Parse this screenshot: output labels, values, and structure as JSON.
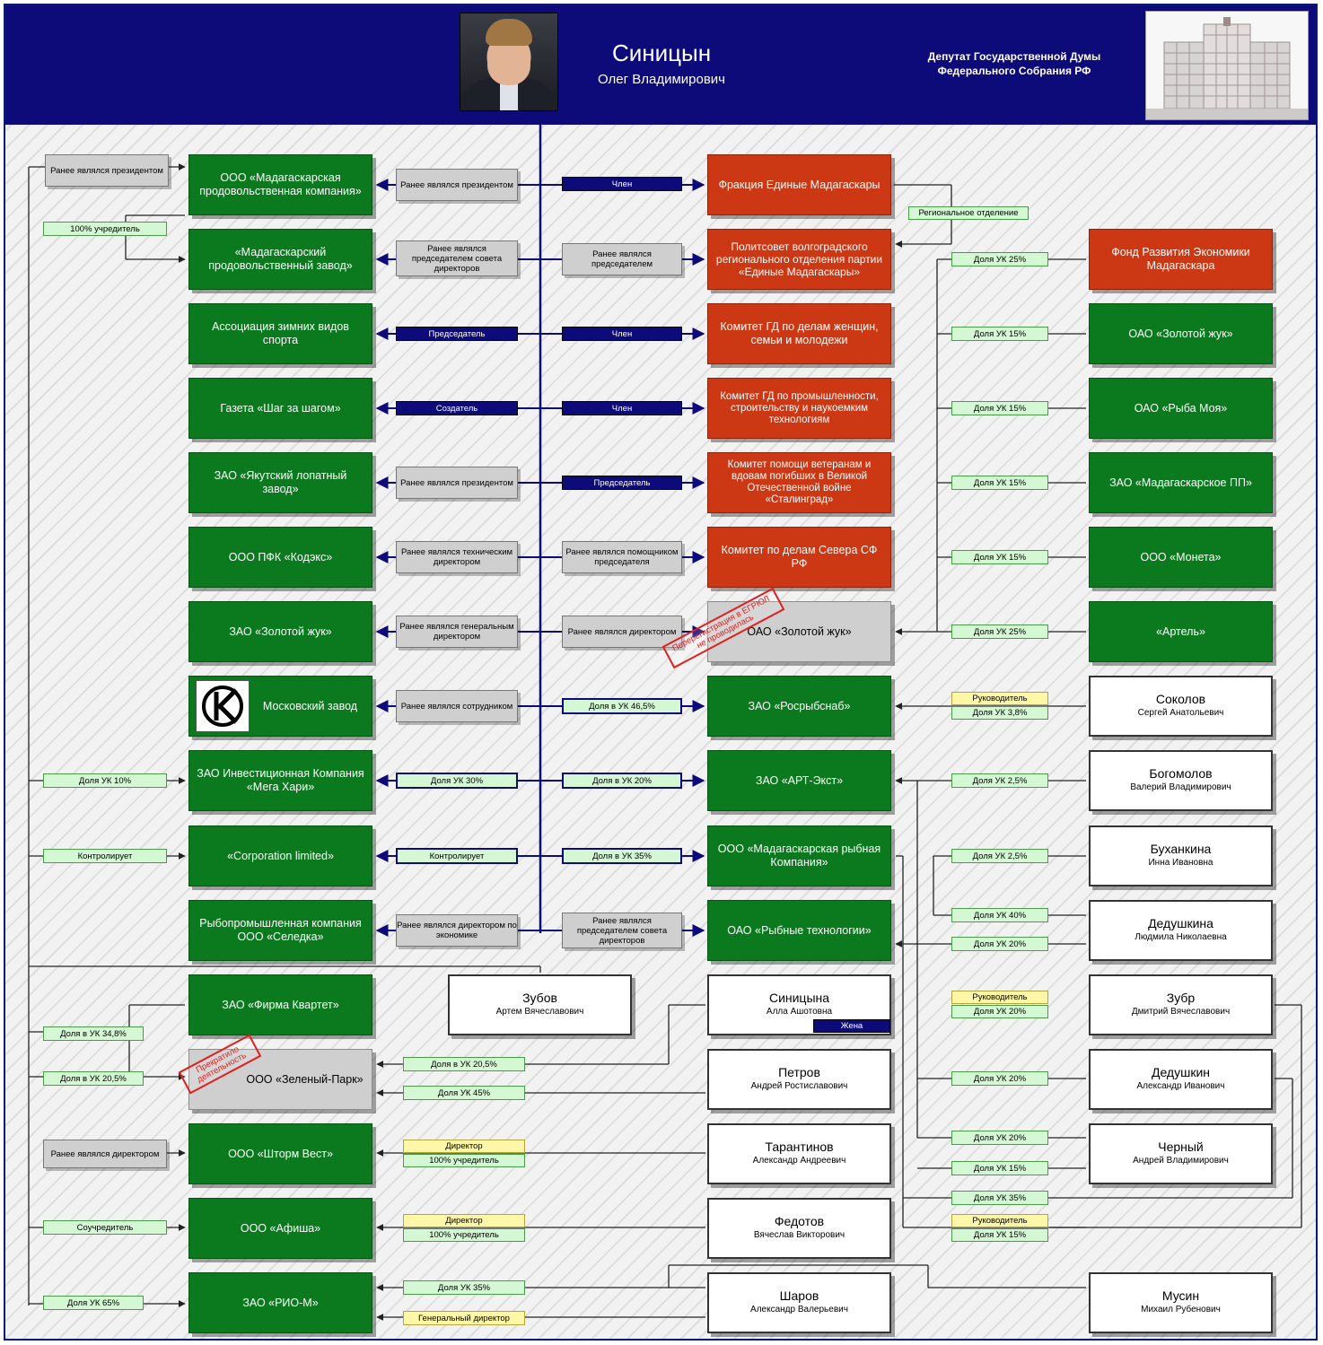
{
  "header": {
    "name": "Синицын",
    "patronym": "Олег Владимирович",
    "position": "Депутат Государственной Думы Федерального Собрания РФ"
  },
  "left_orgs": [
    {
      "id": "L1",
      "text": "ООО «Мадагаскарская продовольственная компания»"
    },
    {
      "id": "L2",
      "text": "«Мадагаскарский продовольственный завод»"
    },
    {
      "id": "L3",
      "text": "Ассоциация зимних видов спорта"
    },
    {
      "id": "L4",
      "text": "Газета «Шаг за шагом»"
    },
    {
      "id": "L5",
      "text": "ЗАО «Якутский лопатный завод»"
    },
    {
      "id": "L6",
      "text": "ООО ПФК «Кодэкс»"
    },
    {
      "id": "L7",
      "text": "ЗАО «Золотой жук»"
    },
    {
      "id": "L8",
      "text": "Московский завод"
    },
    {
      "id": "L9",
      "text": "ЗАО Инвестиционная Компания «Мега Хари»"
    },
    {
      "id": "L10",
      "text": "«Corporation limited»"
    },
    {
      "id": "L11",
      "text": "Рыбопромышленная компания ООО «Селедка»"
    },
    {
      "id": "L12",
      "text": "ЗАО «Фирма Квартет»"
    },
    {
      "id": "L13",
      "text": "ООО «Зеленый-Парк»"
    },
    {
      "id": "L14",
      "text": "ООО «Шторм Вест»"
    },
    {
      "id": "L15",
      "text": "ООО «Афиша»"
    },
    {
      "id": "L16",
      "text": "ЗАО «РИО-М»"
    }
  ],
  "left_links": [
    "Ранее являлся президентом",
    "Ранее являлся председателем совета директоров",
    "Председатель",
    "Создатель",
    "Ранее являлся президентом",
    "Ранее являлся техническим директором",
    "Ранее являлся генеральным директором",
    "Ранее являлся сотрудником",
    "Доля УК  30%",
    "Контролирует",
    "Ранее являлся директором по экономике"
  ],
  "center_orgs": [
    {
      "id": "C1",
      "text": "Фракция Единые Мадагаскары"
    },
    {
      "id": "C2",
      "text": "Политсовет волгоградского регионального отделения партии «Единые Мадагаскары»"
    },
    {
      "id": "C3",
      "text": "Комитет ГД по делам женщин, семьи и молодежи"
    },
    {
      "id": "C4",
      "text": "Комитет ГД по промышленности, строительству и наукоемким технологиям"
    },
    {
      "id": "C5",
      "text": "Комитет помощи ветеранам и вдовам погибших в Великой Отечественной войне «Сталинград»"
    },
    {
      "id": "C6",
      "text": "Комитет по делам Севера СФ РФ"
    },
    {
      "id": "C7",
      "text": "ОАО «Золотой жук»"
    },
    {
      "id": "C8",
      "text": "ЗАО «Росрыбснаб»"
    },
    {
      "id": "C9",
      "text": "ЗАО «АРТ-Экст»"
    },
    {
      "id": "C10",
      "text": "ООО «Мадагаскарская рыбная Компания»"
    },
    {
      "id": "C11",
      "text": "ОАО «Рыбные технологии»"
    }
  ],
  "center_links": [
    "Член",
    "Ранее являлся председателем",
    "Член",
    "Член",
    "Председатель",
    "Ранее являлся помощником председателя",
    "Ранее являлся директором",
    "Доля в УК  46,5%",
    "Доля в УК  20%",
    "Доля в УК  35%",
    "Ранее являлся председателем совета директоров"
  ],
  "right_orgs": [
    {
      "id": "R1",
      "text": "Фонд Развития Экономики Мадагаскара"
    },
    {
      "id": "R2",
      "text": "ОАО «Золотой жук»"
    },
    {
      "id": "R3",
      "text": "ОАО «Рыба Моя»"
    },
    {
      "id": "R4",
      "text": "ЗАО «Мадагаскарское ПП»"
    },
    {
      "id": "R5",
      "text": "ООО «Монета»"
    },
    {
      "id": "R6",
      "text": "«Артель»"
    }
  ],
  "right_links": [
    "Доля УК  25%",
    "Доля УК  15%",
    "Доля УК  15%",
    "Доля УК  15%",
    "Доля УК  15%",
    "Доля УК  25%"
  ],
  "regional_link": "Региональное отделение",
  "persons_right": [
    {
      "name": "Соколов",
      "patronym": "Сергей Анатольевич"
    },
    {
      "name": "Богомолов",
      "patronym": "Валерий Владимирович"
    },
    {
      "name": "Буханкина",
      "patronym": "Инна Ивановна"
    },
    {
      "name": "Дедушкина",
      "patronym": "Людмила Николаевна"
    },
    {
      "name": "Зубр",
      "patronym": "Дмитрий Вячеславович"
    },
    {
      "name": "Дедушкин",
      "patronym": "Александр Иванович"
    },
    {
      "name": "Черный",
      "patronym": "Андрей Владимирович"
    },
    {
      "name": "Мусин",
      "patronym": "Михаил Рубенович"
    }
  ],
  "persons_mid": [
    {
      "name": "Зубов",
      "patronym": "Артем Вячеславович"
    },
    {
      "name": "Синицына",
      "patronym": "Алла Ашотовна",
      "tag": "Жена"
    },
    {
      "name": "Петров",
      "patronym": "Андрей Ростиславович"
    },
    {
      "name": "Тарантинов",
      "patronym": "Александр Андреевич"
    },
    {
      "name": "Федотов",
      "patronym": "Вячеслав Викторович"
    },
    {
      "name": "Шаров",
      "patronym": "Александр Валерьевич"
    }
  ],
  "person_links": {
    "p1a": "Руководитель",
    "p1b": "Доля УК  3,8%",
    "p2": "Доля УК  2,5%",
    "p3": "Доля УК  2,5%",
    "p4a": "Доля УК  40%",
    "p4b": "Доля УК  20%",
    "p5a": "Руководитель",
    "p5b": "Доля УК  20%",
    "p6": "Доля УК  20%",
    "p7a": "Доля УК  20%",
    "p7b": "Доля УК  15%",
    "p8": "Доля УК  35%",
    "p9a": "Руководитель",
    "p9b": "Доля УК  15%"
  },
  "mid_links": {
    "m1": "Доля в УК  20,5%",
    "m2": "Доля УК  45%",
    "m3a": "Директор",
    "m3b": "100%  учредитель",
    "m4a": "Директор",
    "m4b": "100%  учредитель",
    "m5": "Доля УК  35%",
    "m6": "Генеральный директор"
  },
  "far_left_links": {
    "f1": "Ранее являлся президентом",
    "f2": "100%  учредитель",
    "f3": "Доля УК  10%",
    "f4": "Контролирует",
    "f5": "Доля в УК  34,8%",
    "f6": "Доля в УК  20,5%",
    "f7": "Ранее являлся директором",
    "f8": "Соучредитель",
    "f9": "Доля УК  65%"
  },
  "stamps": {
    "s1": "Перерегистрация в ЕГРЮЛ не проводилась",
    "s2": "Прекратило деятельность"
  },
  "colors": {
    "header": "#0d0b7a",
    "org_green": "#0b7a1e",
    "org_red": "#cc3714",
    "inactive_grey": "#cfcfcf",
    "link_navy": "#0d0b7a",
    "link_share": "#d4f7d4",
    "link_role": "#fff7a8",
    "stamp": "#e02020"
  }
}
